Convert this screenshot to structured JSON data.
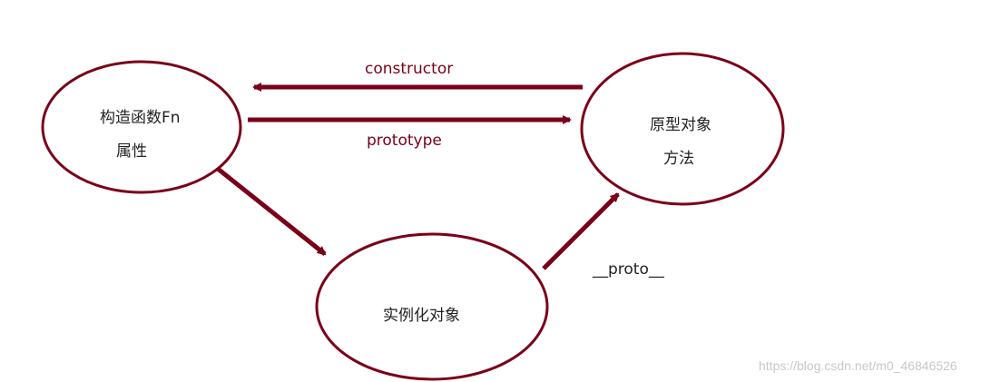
{
  "colors": {
    "stroke": "#7a0019",
    "node_text": "#222222",
    "edge_text": "#7a0019",
    "watermark": "#c8c8c8",
    "background": "#ffffff"
  },
  "nodes": {
    "constructor_fn": {
      "line1": "构造函数Fn",
      "line2": "属性"
    },
    "prototype_object": {
      "line1": "原型对象",
      "line2": "方法"
    },
    "instance_object": {
      "line1": "实例化对象"
    }
  },
  "edges": {
    "constructor": {
      "label": "constructor"
    },
    "prototype": {
      "label": "prototype"
    },
    "instantiation": {
      "label": ""
    },
    "proto": {
      "label": "__proto__"
    }
  },
  "watermark": "https://blog.csdn.net/m0_46846526"
}
